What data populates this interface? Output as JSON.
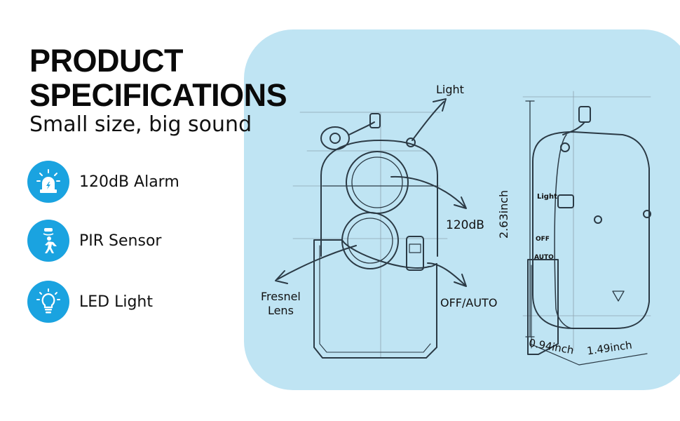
{
  "heading": {
    "line1": "PRODUCT",
    "line2": "SPECIFICATIONS",
    "subtitle": "Small size, big sound"
  },
  "features": [
    {
      "label": "120dB Alarm",
      "icon": "alarm-siren-icon"
    },
    {
      "label": "PIR Sensor",
      "icon": "motion-sensor-person-icon"
    },
    {
      "label": "LED Light",
      "icon": "light-bulb-icon"
    }
  ],
  "annotations": {
    "light": "Light",
    "alarm": "120dB",
    "lens_line1": "Fresnel",
    "lens_line2": "Lens",
    "switch": "OFF/AUTO",
    "height": "2.63inch",
    "depth": "0.94inch",
    "width": "1.49inch",
    "side_light": "Light",
    "side_off": "OFF",
    "side_auto": "AUTO"
  },
  "colors": {
    "accent": "#1aa3e0",
    "panel": "#bfe4f3",
    "ink": "#2b3a45"
  }
}
